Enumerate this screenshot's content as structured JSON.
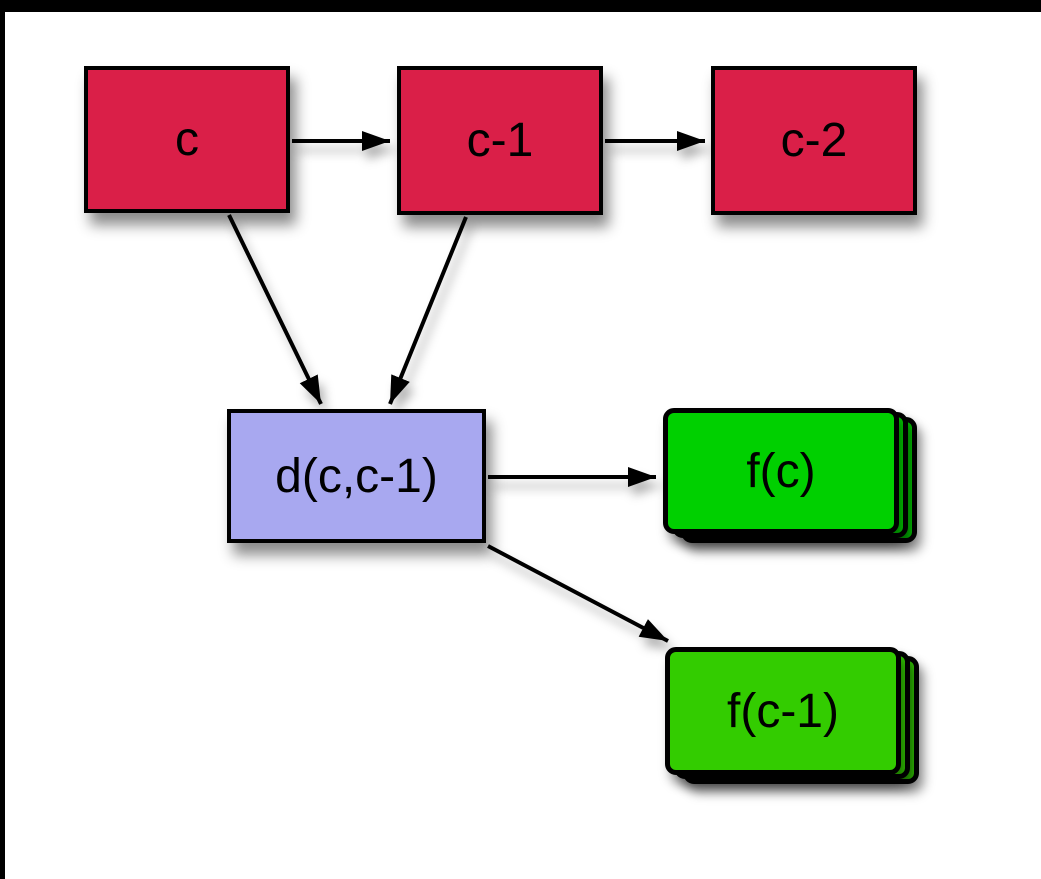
{
  "diagram": {
    "nodes": {
      "c": {
        "label": "c",
        "fill": "#DA1F48"
      },
      "c1": {
        "label": "c-1",
        "fill": "#DA1F48"
      },
      "c2": {
        "label": "c-2",
        "fill": "#DA1F48"
      },
      "d": {
        "label": "d(c,c-1)",
        "fill": "#A8A8F0"
      },
      "fc": {
        "label": "f(c)",
        "fill": "#00D000"
      },
      "fc1": {
        "label": "f(c-1)",
        "fill": "#33CC00"
      }
    },
    "edges": [
      {
        "from": "c",
        "to": "c-1"
      },
      {
        "from": "c-1",
        "to": "c-2"
      },
      {
        "from": "c",
        "to": "d(c,c-1)"
      },
      {
        "from": "c-1",
        "to": "d(c,c-1)"
      },
      {
        "from": "d(c,c-1)",
        "to": "f(c)"
      },
      {
        "from": "d(c,c-1)",
        "to": "f(c-1)"
      }
    ],
    "colors": {
      "version_box": "#DA1F48",
      "diff_box": "#A8A8F0",
      "result_stack_fc": "#00D000",
      "result_stack_fc1": "#33CC00",
      "border": "#000000",
      "arrow": "#000000",
      "background": "#FFFFFF",
      "frame": "#000000"
    }
  }
}
